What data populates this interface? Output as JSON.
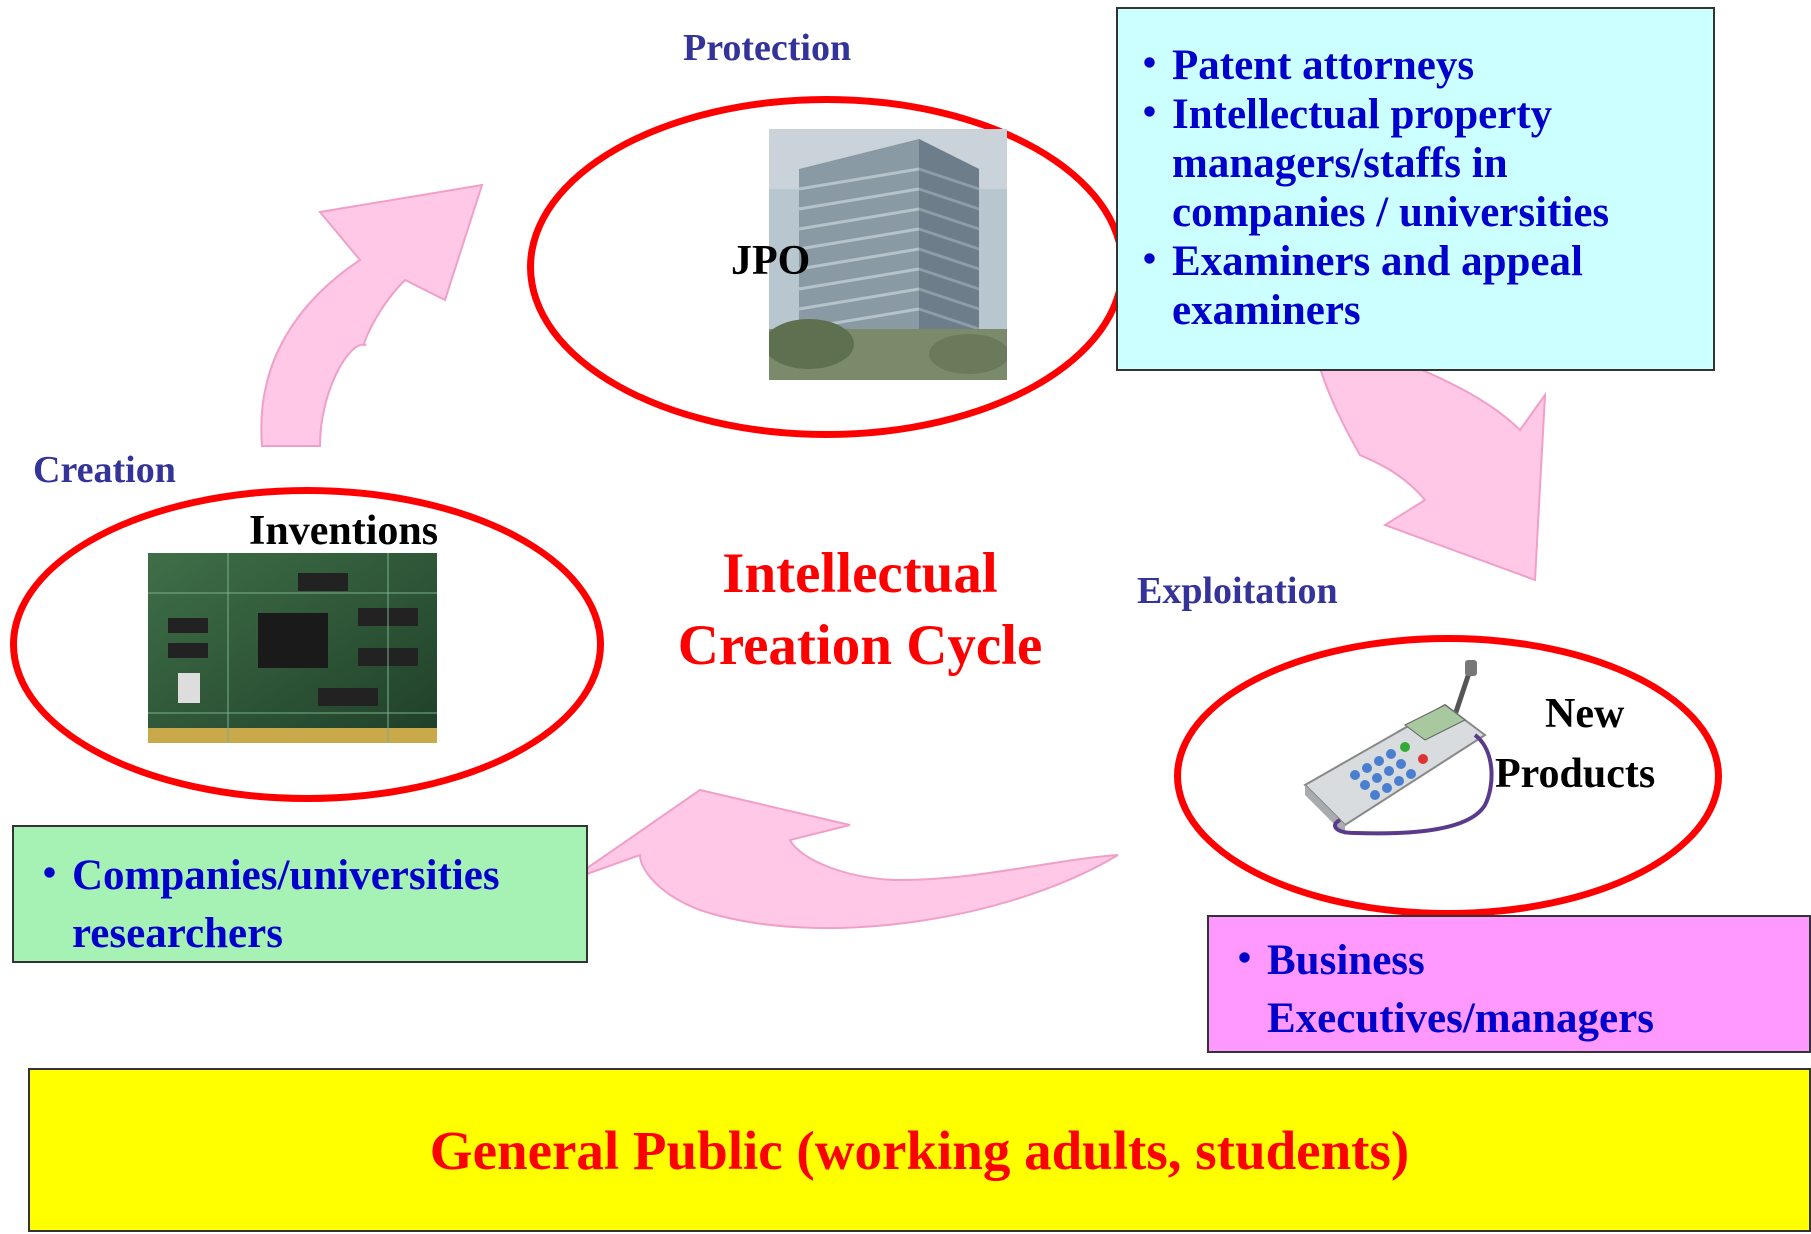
{
  "stages": {
    "protection": "Protection",
    "creation": "Creation",
    "exploitation": "Exploitation"
  },
  "nodes": {
    "jpo": "JPO",
    "inventions": "Inventions",
    "new": "New",
    "products": "Products"
  },
  "center_title": {
    "line1": "Intellectual",
    "line2": "Creation Cycle"
  },
  "boxes": {
    "protection_people": [
      "Patent attorneys",
      "Intellectual property managers/staffs in companies / universities",
      "Examiners and appeal examiners"
    ],
    "creation_people": [
      "Companies/universities researchers"
    ],
    "exploitation_people": [
      "Business Executives/managers"
    ]
  },
  "bottom_banner": "General Public (working adults, students)",
  "colors": {
    "ellipse_border": "#ff0000",
    "stage_label": "#333399",
    "bullet_text": "#0000cc",
    "arrow_fill": "#ffc8e6",
    "box_cyan": "#ccffff",
    "box_green": "#a6f2b4",
    "box_magenta": "#ff99ff",
    "banner_yellow": "#ffff00"
  },
  "icons": [
    "building-photo",
    "circuit-board-photo",
    "mobile-phone-illustration"
  ]
}
